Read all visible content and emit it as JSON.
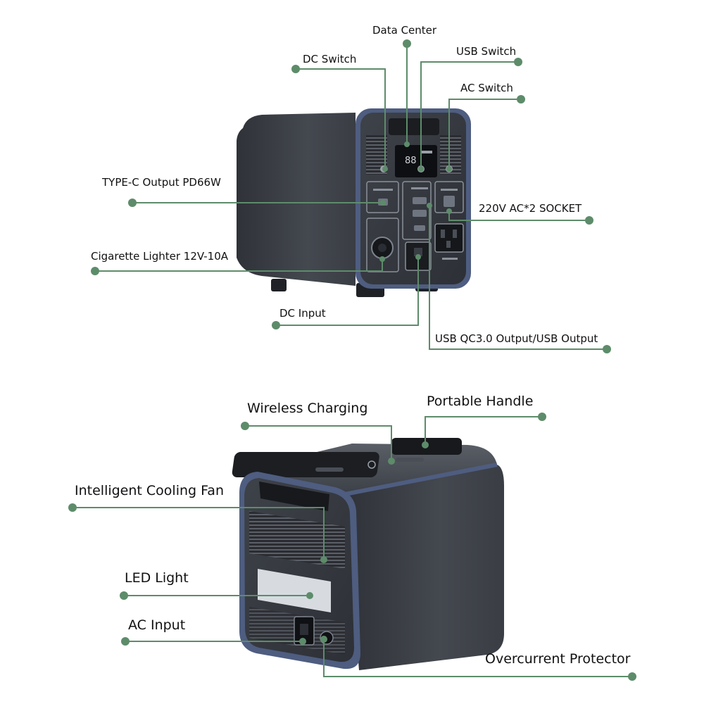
{
  "colors": {
    "leader": "#5d8c6a",
    "body_dark": "#3b3f46",
    "trim_blue": "#4e5d80",
    "text": "#111111"
  },
  "front_view": {
    "callouts": {
      "data_center": "Data Center",
      "dc_switch": "DC Switch",
      "usb_switch": "USB Switch",
      "ac_switch": "AC Switch",
      "type_c": "TYPE-C Output PD66W",
      "ac_socket": "220V AC*2 SOCKET",
      "cigarette": "Cigarette Lighter 12V-10A",
      "dc_input": "DC Input",
      "usb_output": "USB QC3.0 Output/USB Output"
    }
  },
  "rear_view": {
    "callouts": {
      "wireless": "Wireless Charging",
      "handle": "Portable Handle",
      "fan": "Intelligent Cooling Fan",
      "led": "LED Light",
      "ac_input": "AC Input",
      "overcurrent": "Overcurrent Protector"
    }
  }
}
